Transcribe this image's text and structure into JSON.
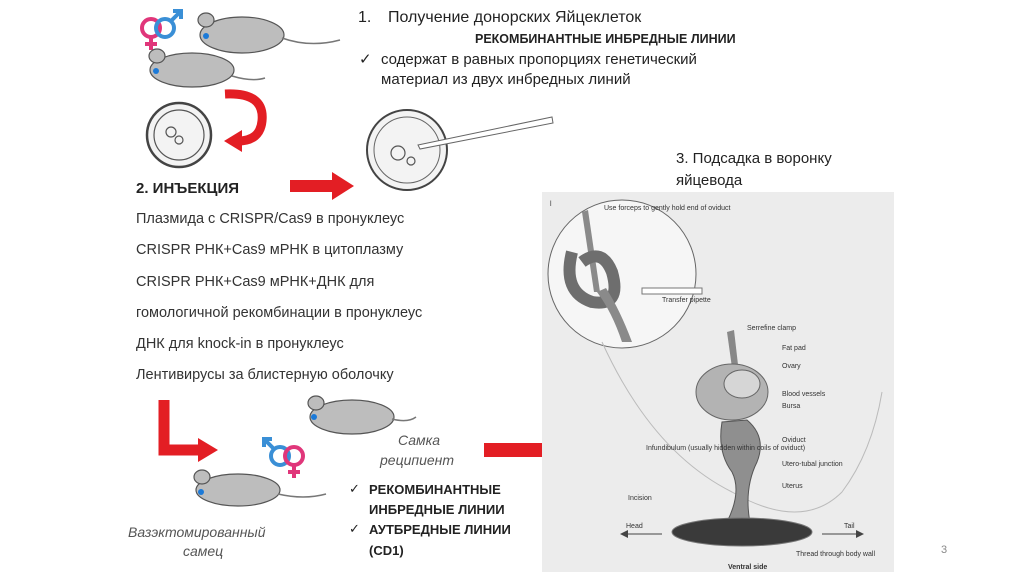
{
  "step1": {
    "number": "1.",
    "title": "Получение донорских Яйцеклеток",
    "subtitle": "РЕКОМБИНАНТНЫЕ ИНБРЕДНЫЕ ЛИНИИ",
    "check_line1": "содержат в равных пропорциях  генетический",
    "check_line2": "материал из двух инбредных линий"
  },
  "step2": {
    "title": "2. ИНЪЕКЦИЯ",
    "items": [
      "Плазмида с CRISPR/Cas9 в пронуклеус",
      "CRISPR РНК+Cas9 мРНК в цитоплазму",
      "CRISPR РНК+Cas9 мРНК+ДНК для",
      "гомологичной рекомбинации в пронуклеус",
      "ДНК для knock-in в пронуклеус",
      "Лентивирусы за блистерную оболочку"
    ]
  },
  "step3": {
    "title_line1": "3. Подсадка в воронку",
    "title_line2": "яйцевода"
  },
  "recipient": {
    "line1": "Самка",
    "line2": "реципиент"
  },
  "male": {
    "line1": "Вазэктомированный",
    "line2": "самец"
  },
  "lines_list": {
    "item1_line1": "РЕКОМБИНАНТНЫЕ",
    "item1_line2": "ИНБРЕДНЫЕ ЛИНИИ",
    "item2_line1": "АУТБРЕДНЫЕ ЛИНИИ",
    "item2_line2": "(CD1)"
  },
  "diagram_labels": {
    "panel": "l",
    "forceps": "Use forceps to gently hold end of oviduct",
    "pipette": "Transfer pipette",
    "clamp": "Serrefine clamp",
    "fatpad": "Fat pad",
    "ovary": "Ovary",
    "vessels": "Blood vessels",
    "bursa": "Bursa",
    "oviduct": "Oviduct",
    "infundibulum": "Infundibulum (usually hidden within coils of oviduct)",
    "junction": "Utero-tubal junction",
    "uterus": "Uterus",
    "incision": "Incision",
    "head": "Head",
    "tail": "Tail",
    "thread": "Thread through body wall",
    "ventral": "Ventral side"
  },
  "slide_number": "3",
  "colors": {
    "arrow": "#e31e24",
    "male_symbol": "#3a8fd6",
    "female_symbol": "#e0367a",
    "mouse": "#b8b8b8"
  }
}
